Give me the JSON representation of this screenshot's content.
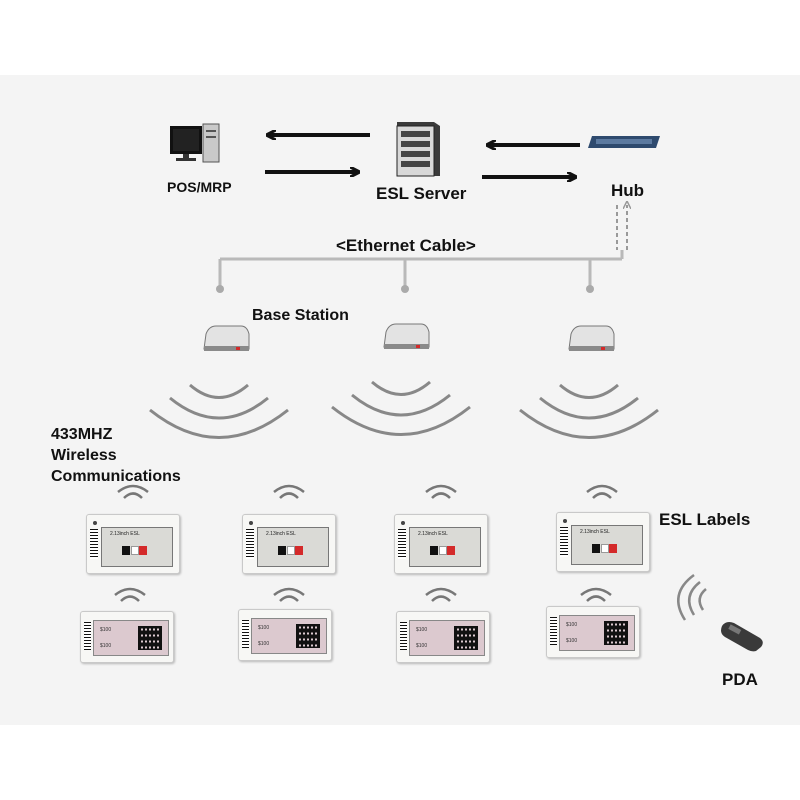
{
  "labels": {
    "pos": "POS/MRP",
    "server": "ESL Server",
    "hub": "Hub",
    "ethernet": "<Ethernet Cable>",
    "base_station": "Base Station",
    "wireless": [
      "433MHZ",
      "Wireless",
      "Communications"
    ],
    "esl_labels": "ESL Labels",
    "pda": "PDA"
  },
  "tag_screen_text": "2.13inch ESL",
  "tag_price_text": "$100",
  "colors": {
    "arrow": "#111111",
    "ethernet_line": "#b9b9b9",
    "signal_waves": "#888888",
    "tag_accent_red": "#d42a2a",
    "background_panel": "#f4f4f4"
  },
  "icons": [
    "desktop-computer-icon",
    "server-rack-icon",
    "network-switch-icon",
    "base-station-icon",
    "wifi-signal-icon",
    "pda-scanner-icon"
  ]
}
